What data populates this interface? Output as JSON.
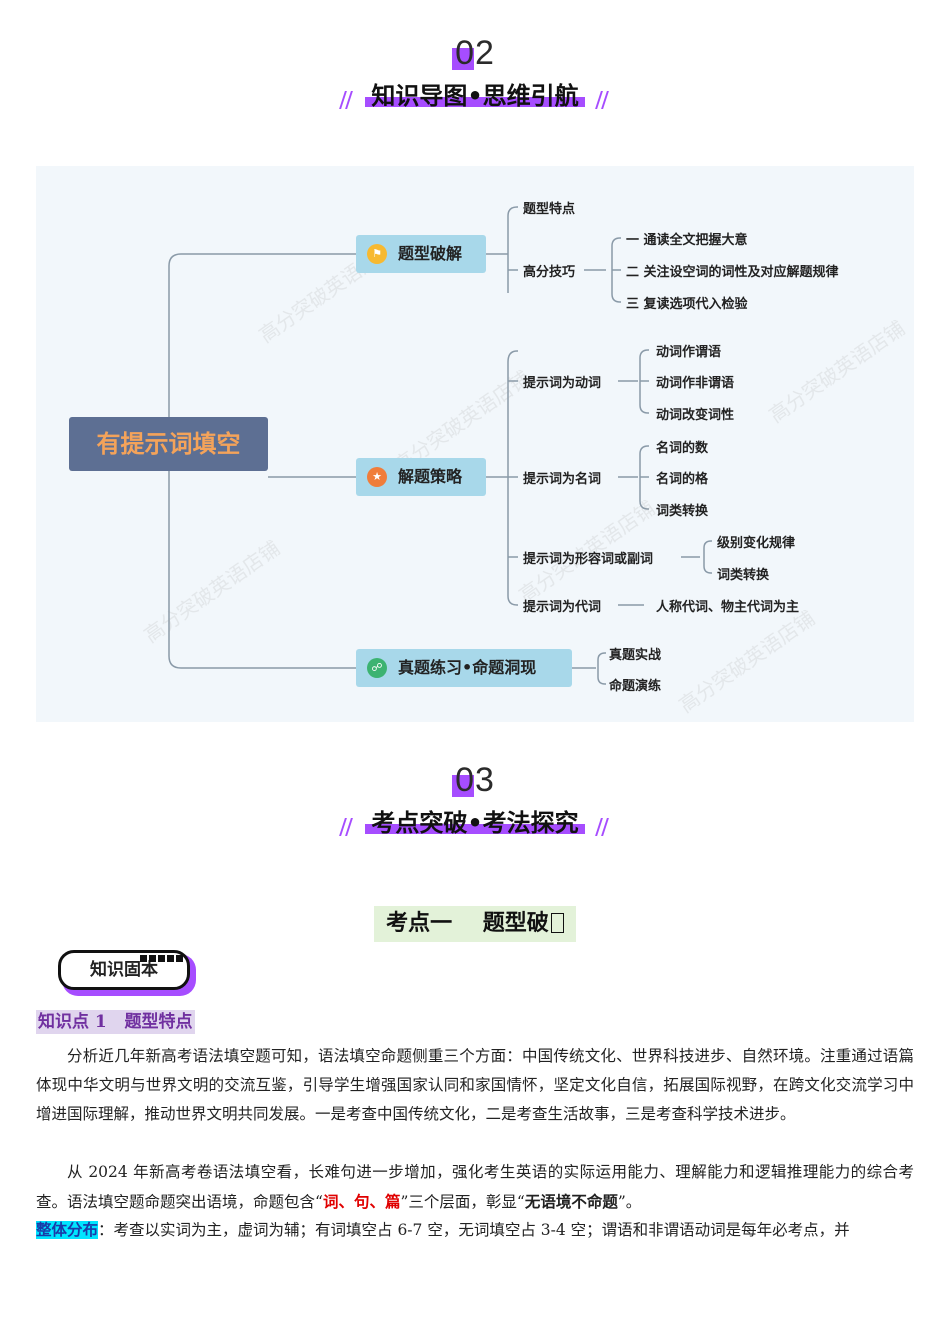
{
  "section02": {
    "number": "02",
    "title": "知识导图•思维引航"
  },
  "mindmap": {
    "root": "有提示词填空",
    "branches": [
      {
        "label": "题型破解",
        "icon": "flag-icon"
      },
      {
        "label": "解题策略",
        "icon": "star-icon"
      },
      {
        "label": "真题练习•命题洞现",
        "icon": "unlock-icon"
      }
    ],
    "b1": {
      "n1": "题型特点",
      "n2": "高分技巧",
      "tips": [
        "一  通读全文把握大意",
        "二  关注设空词的词性及对应解题规律",
        "三  复读选项代入检验"
      ]
    },
    "b2": {
      "verb": {
        "label": "提示词为动词",
        "items": [
          "动词作谓语",
          "动词作非谓语",
          "动词改变词性"
        ]
      },
      "noun": {
        "label": "提示词为名词",
        "items": [
          "名词的数",
          "名词的格",
          "词类转换"
        ]
      },
      "adj": {
        "label": "提示词为形容词或副词",
        "items": [
          "级别变化规律",
          "词类转换"
        ]
      },
      "pron": {
        "label": "提示词为代词",
        "items": [
          "人称代词、物主代词为主"
        ]
      }
    },
    "b3": {
      "items": [
        "真题实战",
        "命题演练"
      ]
    },
    "watermark": "高分突破英语店铺",
    "colors": {
      "root_bg": "#5d6f93",
      "root_text": "#f4a35a",
      "branch_bg": "#a8d8ea",
      "line": "#8a9aa8"
    }
  },
  "section03": {
    "number": "03",
    "title": "考点突破•考法探究"
  },
  "kaodian": {
    "title": "考点一    题型破"
  },
  "badge": {
    "label": "知识固本"
  },
  "kp1": {
    "label": "知识点 1   题型特点"
  },
  "para1": "分析近几年新高考语法填空题可知，语法填空命题侧重三个方面：中国传统文化、世界科技进步、自然环境。注重通过语篇体现中华文明与世界文明的交流互鉴，引导学生增强国家认同和家国情怀，坚定文化自信，拓展国际视野，在跨文化交流学习中增进国际理解，推动世界文明共同发展。一是考查中国传统文化，二是考查生活故事，三是考查科学技术进步。",
  "para2": {
    "a": "从 2024 年新高考卷语法填空看，长难句进一步增加，强化考生英语的实际运用能力、理解能力和逻辑推理能力的综合考查。语法填空题命题突出语境，命题包含“",
    "b": "词、句、篇",
    "c": "”三个层面，彰显“",
    "d": "无语境不命题",
    "e": "”。"
  },
  "para3": {
    "tag": "整体分布",
    "text": "：考查以实词为主，虚词为辅；有词填空占 6-7 空，无词填空占 3-4 空；谓语和非谓语动词是每年必考点，并"
  },
  "accent": "#a64dff"
}
